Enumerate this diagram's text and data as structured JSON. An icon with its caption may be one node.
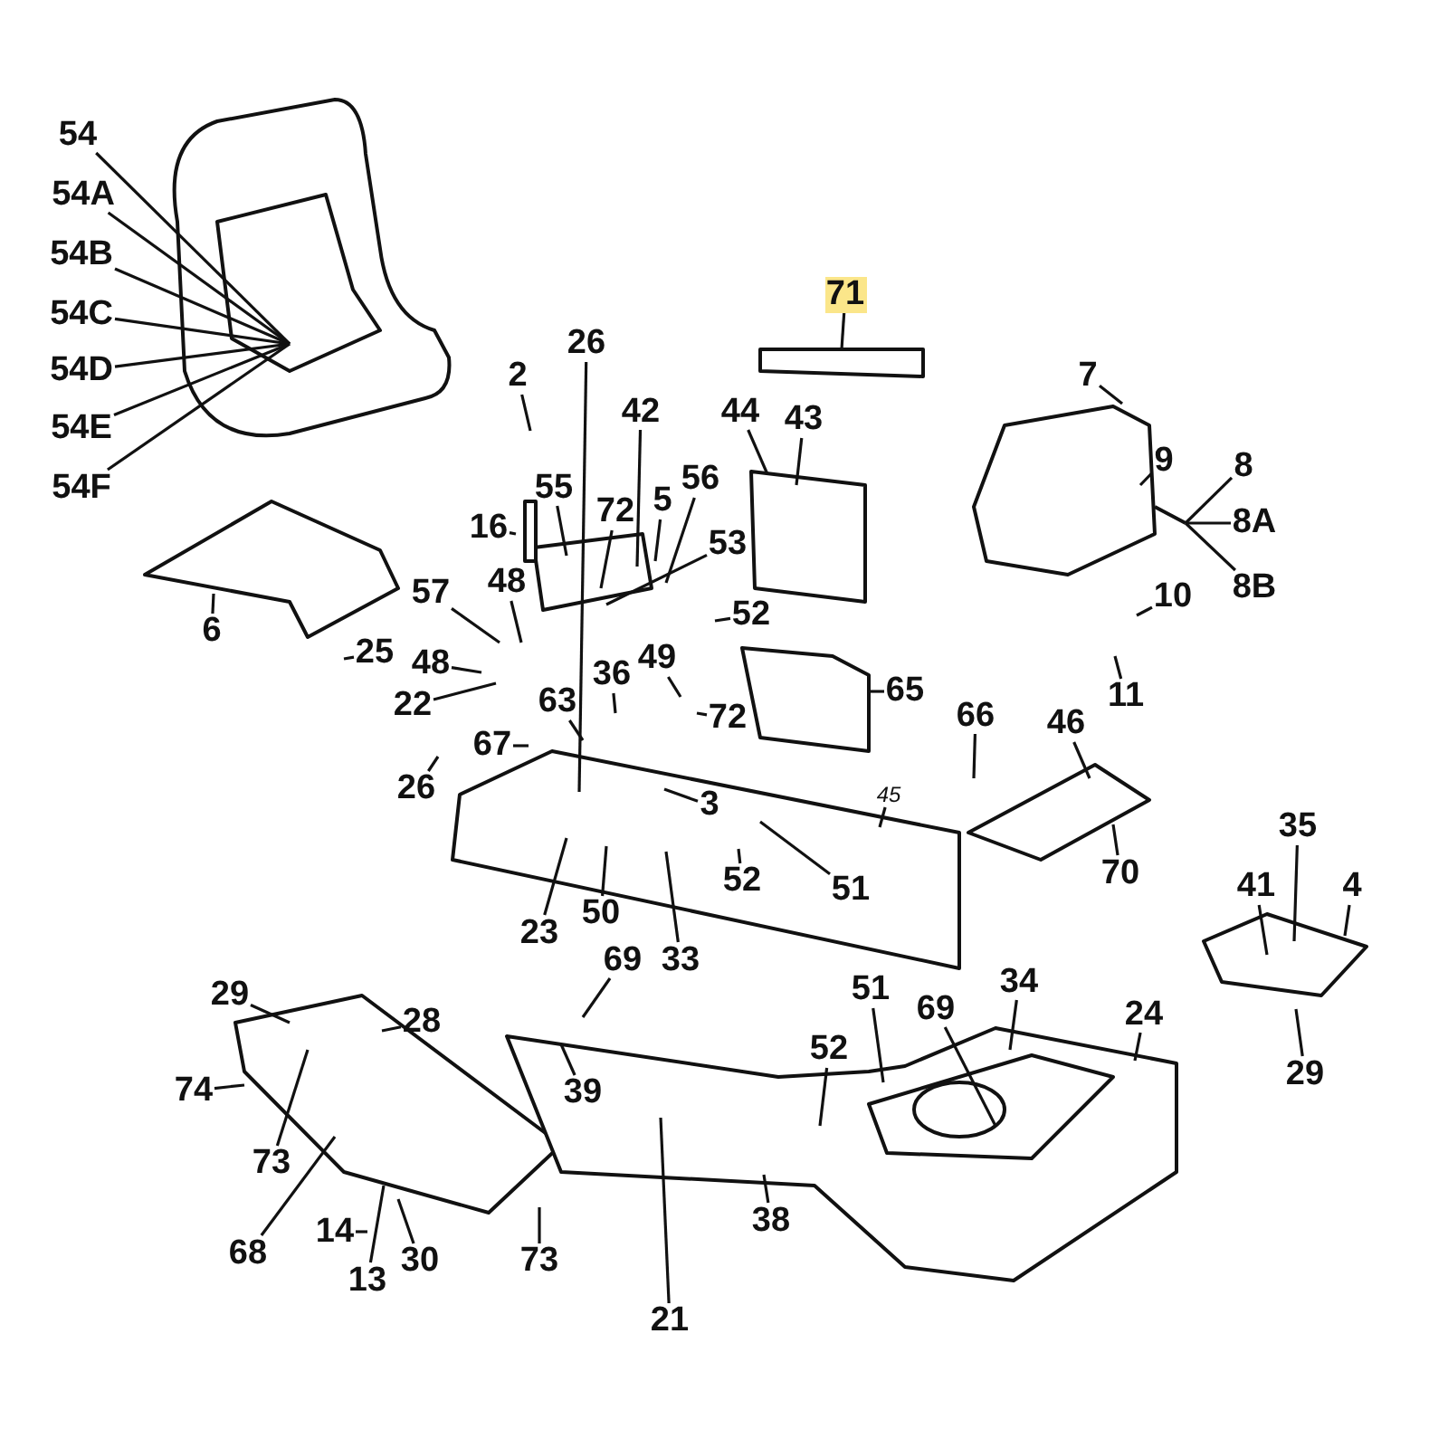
{
  "diagram": {
    "nodes": [
      {
        "text": [
          "54"
        ]
      },
      {
        "text": [
          "54A"
        ]
      },
      {
        "text": [
          "54B"
        ]
      },
      {
        "text": [
          "54C"
        ]
      },
      {
        "text": [
          "54D"
        ]
      },
      {
        "text": [
          "54E"
        ]
      },
      {
        "text": [
          "54F"
        ]
      },
      {
        "text": [
          "2"
        ]
      },
      {
        "text": [
          "26"
        ]
      },
      {
        "text": [
          "42"
        ]
      },
      {
        "text": [
          "71"
        ]
      },
      {
        "text": [
          "44"
        ]
      },
      {
        "text": [
          "43"
        ]
      },
      {
        "text": [
          "7"
        ]
      },
      {
        "text": [
          "9"
        ]
      },
      {
        "text": [
          "8"
        ]
      },
      {
        "text": [
          "8A"
        ]
      },
      {
        "text": [
          "8B"
        ]
      },
      {
        "text": [
          "16"
        ]
      },
      {
        "text": [
          "55"
        ]
      },
      {
        "text": [
          "72"
        ]
      },
      {
        "text": [
          "5"
        ]
      },
      {
        "text": [
          "56"
        ]
      },
      {
        "text": [
          "53"
        ]
      },
      {
        "text": [
          "52"
        ]
      },
      {
        "text": [
          "6"
        ]
      },
      {
        "text": [
          "25"
        ]
      },
      {
        "text": [
          "57"
        ]
      },
      {
        "text": [
          "48"
        ]
      },
      {
        "text": [
          "48"
        ]
      },
      {
        "text": [
          "22"
        ]
      },
      {
        "text": [
          "36"
        ]
      },
      {
        "text": [
          "49"
        ]
      },
      {
        "text": [
          "72"
        ]
      },
      {
        "text": [
          "67"
        ]
      },
      {
        "text": [
          "63"
        ]
      },
      {
        "text": [
          "26"
        ]
      },
      {
        "text": [
          "65"
        ]
      },
      {
        "text": [
          "3"
        ]
      },
      {
        "text": [
          "66"
        ]
      },
      {
        "text": [
          "46"
        ]
      },
      {
        "text": [
          "45"
        ]
      },
      {
        "text": [
          "52"
        ]
      },
      {
        "text": [
          "51"
        ]
      },
      {
        "text": [
          "70"
        ]
      },
      {
        "text": [
          "23"
        ]
      },
      {
        "text": [
          "50"
        ]
      },
      {
        "text": [
          "33"
        ]
      },
      {
        "text": [
          "35"
        ]
      },
      {
        "text": [
          "41"
        ]
      },
      {
        "text": [
          "4"
        ]
      },
      {
        "text": [
          "29"
        ]
      },
      {
        "text": [
          "69"
        ]
      },
      {
        "text": [
          "34"
        ]
      },
      {
        "text": [
          "24"
        ]
      },
      {
        "text": [
          "29"
        ]
      },
      {
        "text": [
          "28"
        ]
      },
      {
        "text": [
          "74"
        ]
      },
      {
        "text": [
          "39"
        ]
      },
      {
        "text": [
          "51"
        ]
      },
      {
        "text": [
          "52"
        ]
      },
      {
        "text": [
          "69"
        ]
      },
      {
        "text": [
          "73"
        ]
      },
      {
        "text": [
          "68"
        ]
      },
      {
        "text": [
          "14"
        ]
      },
      {
        "text": [
          "13"
        ]
      },
      {
        "text": [
          "30"
        ]
      },
      {
        "text": [
          "73"
        ]
      },
      {
        "text": [
          "21"
        ]
      },
      {
        "text": [
          "38"
        ]
      },
      {
        "text": [
          "10"
        ]
      },
      {
        "text": [
          "11"
        ]
      }
    ],
    "edges": [
      {
        "from": 0,
        "to": null,
        "arrow": "none"
      },
      {
        "from": 1,
        "to": null,
        "arrow": "none"
      },
      {
        "from": 2,
        "to": null,
        "arrow": "none"
      },
      {
        "from": 3,
        "to": null,
        "arrow": "none"
      },
      {
        "from": 4,
        "to": null,
        "arrow": "none"
      },
      {
        "from": 5,
        "to": null,
        "arrow": "none"
      },
      {
        "from": 6,
        "to": null,
        "arrow": "none"
      },
      {
        "from": 7,
        "to": null,
        "arrow": "none"
      },
      {
        "from": 8,
        "to": null,
        "arrow": "none"
      },
      {
        "from": 9,
        "to": null,
        "arrow": "none"
      },
      {
        "from": 10,
        "to": null,
        "arrow": "none"
      },
      {
        "from": 11,
        "to": null,
        "arrow": "none"
      },
      {
        "from": 12,
        "to": null,
        "arrow": "none"
      },
      {
        "from": 13,
        "to": null,
        "arrow": "none"
      },
      {
        "from": 14,
        "to": null,
        "arrow": "none"
      },
      {
        "from": 15,
        "to": null,
        "arrow": "none"
      },
      {
        "from": 16,
        "to": null,
        "arrow": "none"
      },
      {
        "from": 17,
        "to": null,
        "arrow": "none"
      },
      {
        "from": 18,
        "to": null,
        "arrow": "none"
      },
      {
        "from": 19,
        "to": null,
        "arrow": "none"
      },
      {
        "from": 20,
        "to": null,
        "arrow": "none"
      },
      {
        "from": 21,
        "to": null,
        "arrow": "none"
      },
      {
        "from": 22,
        "to": null,
        "arrow": "none"
      },
      {
        "from": 23,
        "to": null,
        "arrow": "none"
      },
      {
        "from": 24,
        "to": null,
        "arrow": "none"
      },
      {
        "from": 25,
        "to": null,
        "arrow": "none"
      },
      {
        "from": 26,
        "to": null,
        "arrow": "none"
      },
      {
        "from": 27,
        "to": null,
        "arrow": "none"
      },
      {
        "from": 28,
        "to": null,
        "arrow": "none"
      },
      {
        "from": 29,
        "to": null,
        "arrow": "none"
      },
      {
        "from": 30,
        "to": null,
        "arrow": "none"
      },
      {
        "from": 31,
        "to": null,
        "arrow": "none"
      },
      {
        "from": 32,
        "to": null,
        "arrow": "none"
      },
      {
        "from": 33,
        "to": null,
        "arrow": "none"
      },
      {
        "from": 34,
        "to": null,
        "arrow": "none"
      },
      {
        "from": 35,
        "to": null,
        "arrow": "none"
      },
      {
        "from": 36,
        "to": null,
        "arrow": "none"
      },
      {
        "from": 37,
        "to": null,
        "arrow": "none"
      },
      {
        "from": 38,
        "to": null,
        "arrow": "none"
      },
      {
        "from": 39,
        "to": null,
        "arrow": "none"
      },
      {
        "from": 40,
        "to": null,
        "arrow": "none"
      },
      {
        "from": 41,
        "to": null,
        "arrow": "none"
      },
      {
        "from": 42,
        "to": null,
        "arrow": "none"
      },
      {
        "from": 43,
        "to": null,
        "arrow": "none"
      },
      {
        "from": 44,
        "to": null,
        "arrow": "none"
      },
      {
        "from": 45,
        "to": null,
        "arrow": "none"
      },
      {
        "from": 46,
        "to": null,
        "arrow": "none"
      },
      {
        "from": 47,
        "to": null,
        "arrow": "none"
      },
      {
        "from": 48,
        "to": null,
        "arrow": "none"
      },
      {
        "from": 49,
        "to": null,
        "arrow": "none"
      },
      {
        "from": 50,
        "to": null,
        "arrow": "none"
      },
      {
        "from": 51,
        "to": null,
        "arrow": "none"
      },
      {
        "from": 52,
        "to": null,
        "arrow": "none"
      },
      {
        "from": 53,
        "to": null,
        "arrow": "none"
      },
      {
        "from": 54,
        "to": null,
        "arrow": "none"
      },
      {
        "from": 55,
        "to": null,
        "arrow": "none"
      },
      {
        "from": 56,
        "to": null,
        "arrow": "none"
      },
      {
        "from": 57,
        "to": null,
        "arrow": "none"
      },
      {
        "from": 58,
        "to": null,
        "arrow": "none"
      },
      {
        "from": 59,
        "to": null,
        "arrow": "none"
      },
      {
        "from": 60,
        "to": null,
        "arrow": "none"
      },
      {
        "from": 61,
        "to": null,
        "arrow": "none"
      },
      {
        "from": 62,
        "to": null,
        "arrow": "none"
      },
      {
        "from": 63,
        "to": null,
        "arrow": "none"
      },
      {
        "from": 64,
        "to": null,
        "arrow": "none"
      },
      {
        "from": 65,
        "to": null,
        "arrow": "none"
      },
      {
        "from": 66,
        "to": null,
        "arrow": "none"
      },
      {
        "from": 67,
        "to": null,
        "arrow": "none"
      },
      {
        "from": 68,
        "to": null,
        "arrow": "none"
      },
      {
        "from": 69,
        "to": null,
        "arrow": "none"
      },
      {
        "from": 70,
        "to": null,
        "arrow": "none"
      },
      {
        "from": 71,
        "to": null,
        "arrow": "none"
      }
    ]
  }
}
